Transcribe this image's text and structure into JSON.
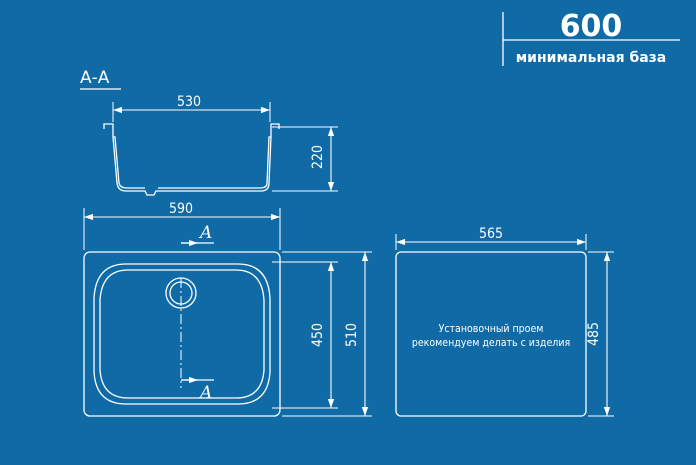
{
  "min_base": {
    "value": "600",
    "label": "минимальная база"
  },
  "section": {
    "title": "А-А",
    "marker_top": "A",
    "marker_bottom": "A"
  },
  "dimensions": {
    "bowl_width": "530",
    "bowl_depth": "220",
    "sink_width": "590",
    "bowl_length": "450",
    "sink_length": "510",
    "cutout_width": "565",
    "cutout_length": "485"
  },
  "cutout_note": {
    "line1": "Установочный проем",
    "line2": "рекомендуем делать с изделия"
  },
  "colors": {
    "background": "#0f6aa6",
    "lines": "#ffffff"
  }
}
